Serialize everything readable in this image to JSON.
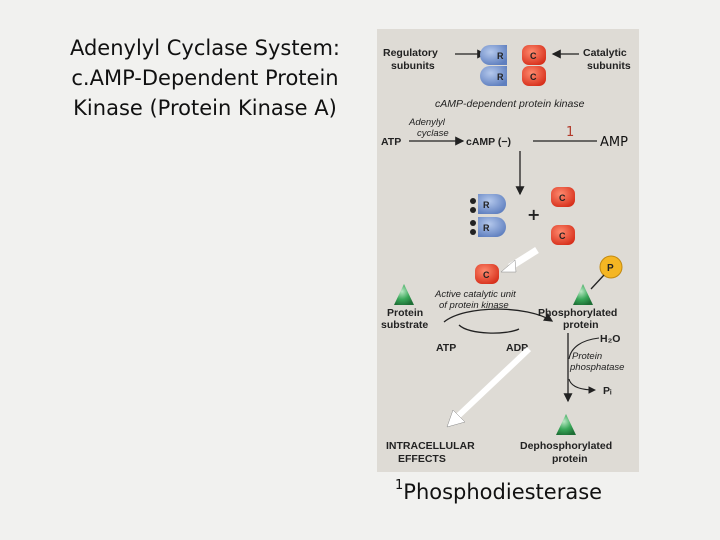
{
  "title": {
    "line1": "Adenylyl Cyclase System:",
    "line2": "c.AMP-Dependent Protein",
    "line3": "Kinase (Protein Kinase A)"
  },
  "diagram": {
    "regulatory_subunits_l1": "Regulatory",
    "regulatory_subunits_l2": "subunits",
    "catalytic_subunits_l1": "Catalytic",
    "catalytic_subunits_l2": "subunits",
    "kinase_caption": "cAMP-dependent protein kinase",
    "adenylyl_cyclase_l1": "Adenylyl",
    "adenylyl_cyclase_l2": "cyclase",
    "atp": "ATP",
    "camp": "cAMP (−)",
    "footnote_marker": "1",
    "amp": "AMP",
    "plus": "+",
    "r": "R",
    "c": "C",
    "p": "P",
    "active_unit_l1": "Active catalytic unit",
    "active_unit_l2": "of protein kinase",
    "protein_substrate_l1": "Protein",
    "protein_substrate_l2": "substrate",
    "phosphorylated_l1": "Phosphorylated",
    "phosphorylated_l2": "protein",
    "h2o": "H₂O",
    "phosphatase_l1": "Protein",
    "phosphatase_l2": "phosphatase",
    "atp2": "ATP",
    "adp": "ADP",
    "pi": "Pᵢ",
    "intracellular_l1": "INTRACELLULAR",
    "intracellular_l2": "EFFECTS",
    "dephosphorylated_l1": "Dephosphorylated",
    "dephosphorylated_l2": "protein"
  },
  "footnote": {
    "marker": "1",
    "text": "Phosphodiesterase"
  },
  "colors": {
    "regulatory": "#7b9bd1",
    "catalytic": "#e8412c",
    "protein": "#2e9a4e",
    "phosphate": "#f5b623",
    "figure_bg": "#dedbd5"
  }
}
